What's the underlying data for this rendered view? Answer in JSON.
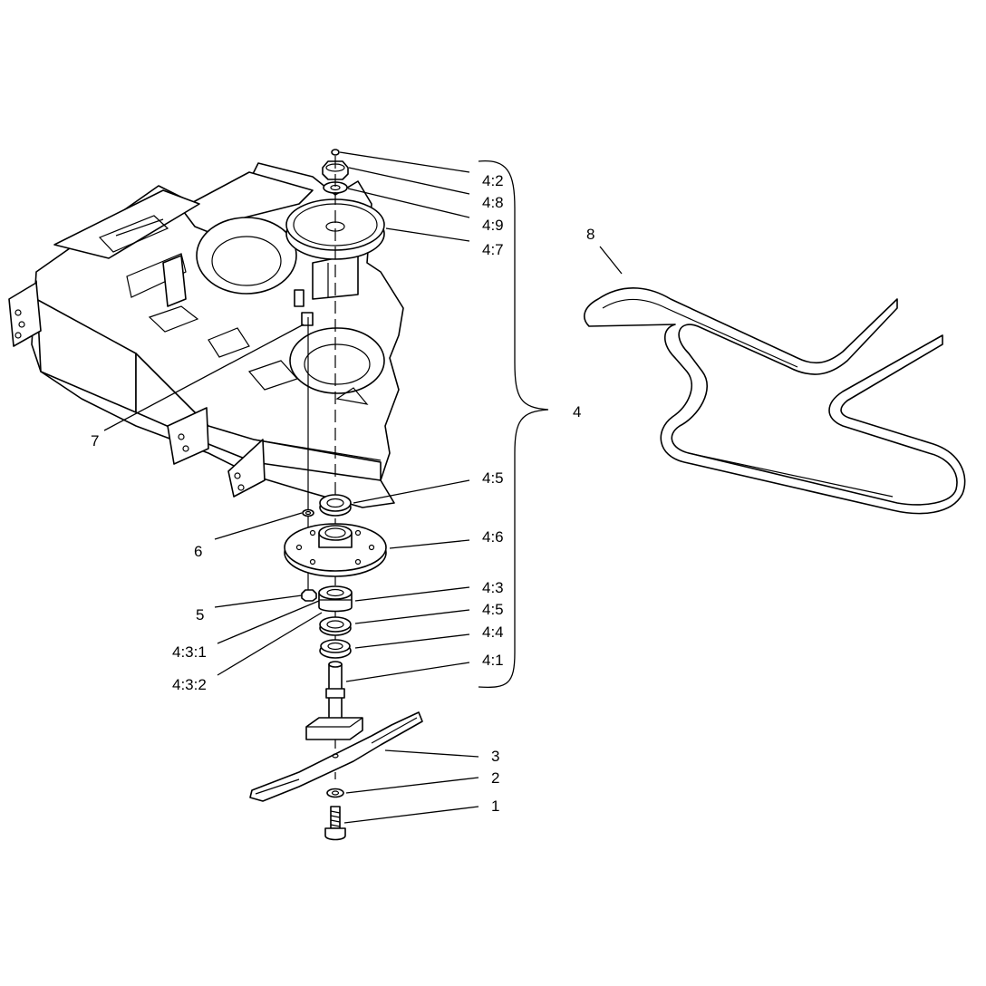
{
  "callouts": {
    "c4_2": "4:2",
    "c4_8": "4:8",
    "c4_9": "4:9",
    "c4_7": "4:7",
    "c8": "8",
    "c4": "4",
    "c7": "7",
    "c4_5a": "4:5",
    "c6": "6",
    "c4_6": "4:6",
    "c4_3": "4:3",
    "c5": "5",
    "c4_5b": "4:5",
    "c4_3_1": "4:3:1",
    "c4_4": "4:4",
    "c4_3_2": "4:3:2",
    "c4_1": "4:1",
    "c3": "3",
    "c2": "2",
    "c1": "1"
  }
}
